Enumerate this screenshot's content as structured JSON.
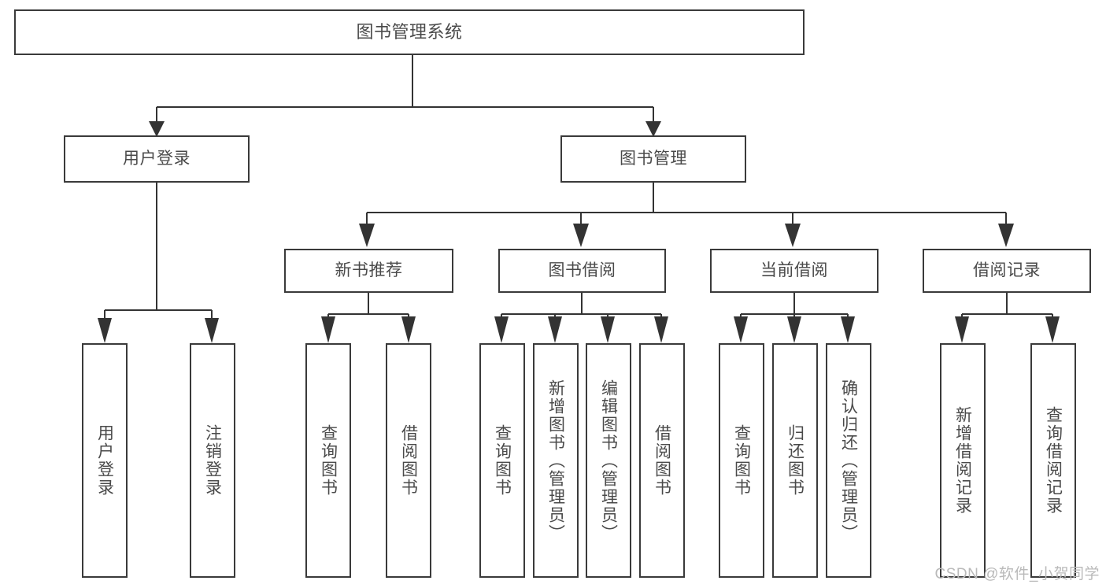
{
  "diagram": {
    "type": "tree",
    "title": "图书管理系统",
    "watermark": "CSDN @软件_小贺同学",
    "colors": {
      "background": "#ffffff",
      "box_border": "#3a3a3a",
      "box_fill": "#ffffff",
      "connector": "#333333",
      "text": "#4a4a4a",
      "watermark": "#b9b9b9"
    },
    "levels": [
      {
        "level": 1,
        "name": "root"
      },
      {
        "level": 2,
        "name": "modules"
      },
      {
        "level": 3,
        "name": "submodules"
      },
      {
        "level": 4,
        "name": "functions"
      }
    ]
  },
  "nodes": {
    "root": {
      "label": "图书管理系统"
    },
    "level2": [
      {
        "id": "user-login",
        "label": "用户登录"
      },
      {
        "id": "book-manage",
        "label": "图书管理"
      }
    ],
    "level3": [
      {
        "id": "new-book-rec",
        "label": "新书推荐",
        "parent": "book-manage"
      },
      {
        "id": "book-borrow",
        "label": "图书借阅",
        "parent": "book-manage"
      },
      {
        "id": "current-borrow",
        "label": "当前借阅",
        "parent": "book-manage"
      },
      {
        "id": "borrow-record",
        "label": "借阅记录",
        "parent": "book-manage"
      }
    ],
    "level4": [
      {
        "id": "leaf-1",
        "label": "用户登录",
        "parent": "user-login"
      },
      {
        "id": "leaf-2",
        "label": "注销登录",
        "parent": "user-login"
      },
      {
        "id": "leaf-3",
        "label": "查询图书",
        "parent": "new-book-rec"
      },
      {
        "id": "leaf-4",
        "label": "借阅图书",
        "parent": "new-book-rec"
      },
      {
        "id": "leaf-5",
        "label": "查询图书",
        "parent": "book-borrow"
      },
      {
        "id": "leaf-6",
        "label": "新增图书（管理员）",
        "parent": "book-borrow"
      },
      {
        "id": "leaf-7",
        "label": "编辑图书（管理员）",
        "parent": "book-borrow"
      },
      {
        "id": "leaf-8",
        "label": "借阅图书",
        "parent": "book-borrow"
      },
      {
        "id": "leaf-9",
        "label": "查询图书",
        "parent": "current-borrow"
      },
      {
        "id": "leaf-10",
        "label": "归还图书",
        "parent": "current-borrow"
      },
      {
        "id": "leaf-11",
        "label": "确认归还（管理员）",
        "parent": "current-borrow"
      },
      {
        "id": "leaf-12",
        "label": "新增借阅记录",
        "parent": "borrow-record"
      },
      {
        "id": "leaf-13",
        "label": "查询借阅记录",
        "parent": "borrow-record"
      }
    ]
  }
}
